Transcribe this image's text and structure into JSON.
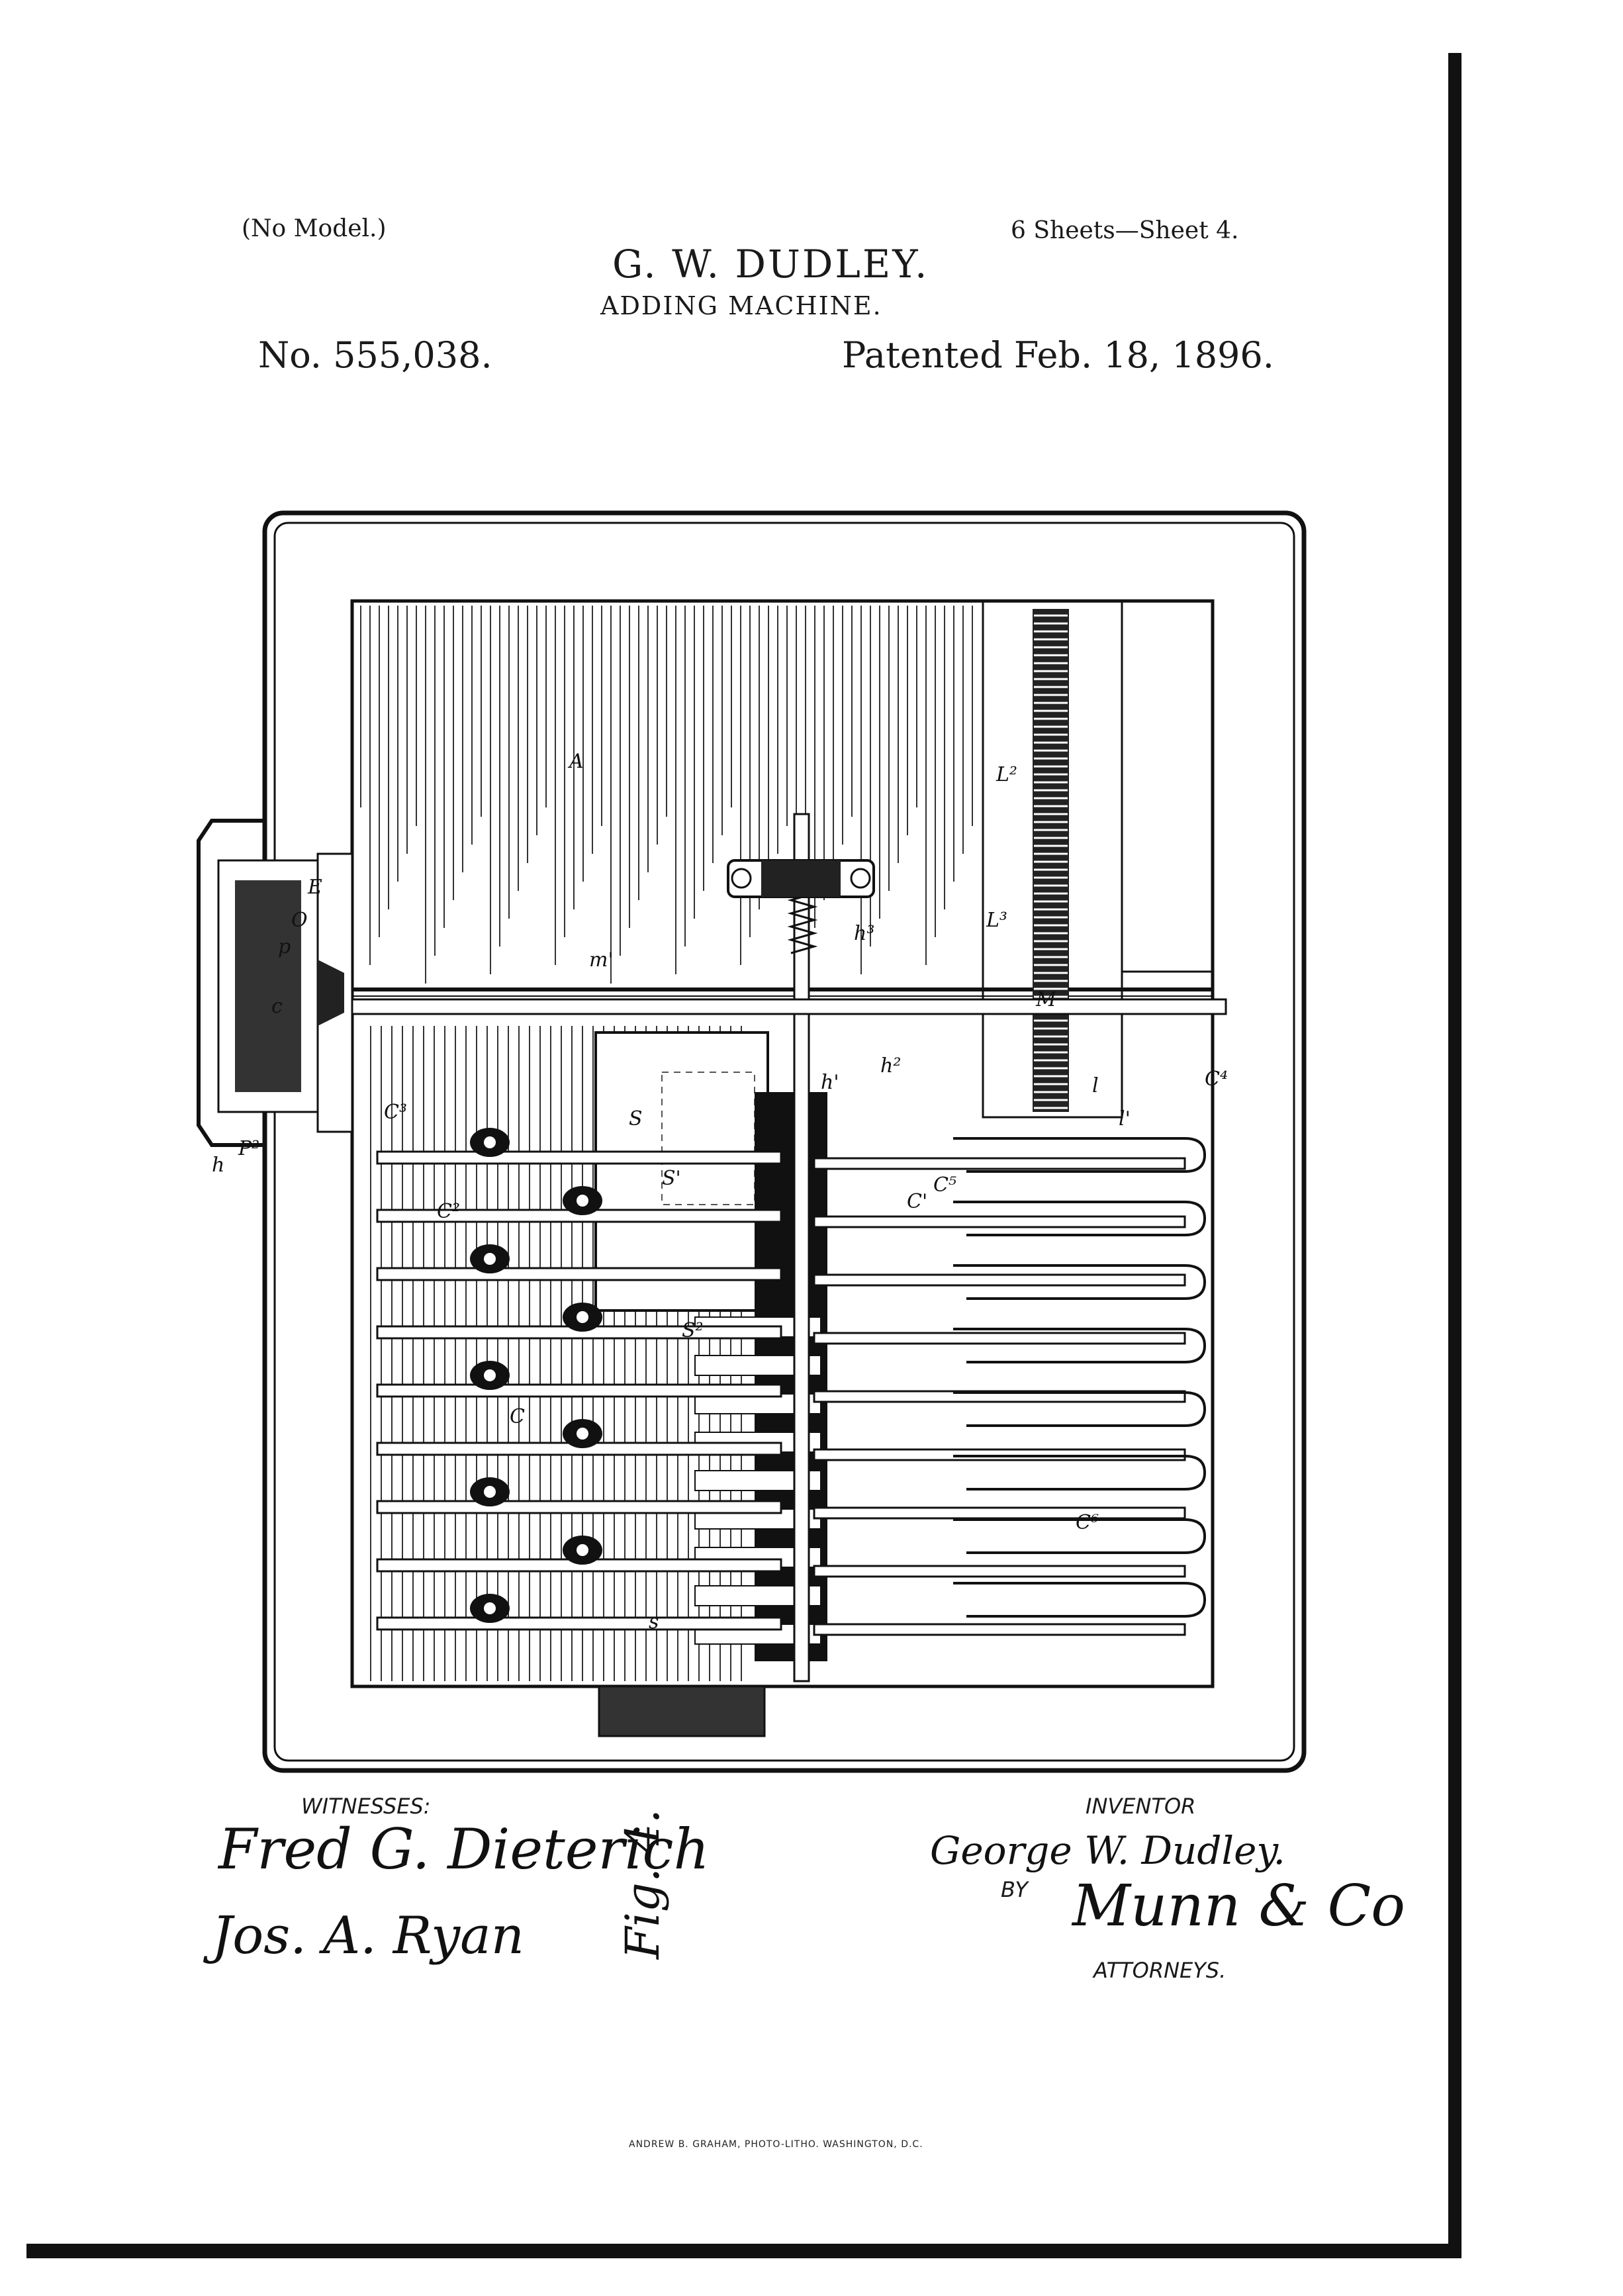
{
  "header": {
    "no_model": "(No Model.)",
    "sheets": "6 Sheets—Sheet 4.",
    "inventor": "G. W. DUDLEY.",
    "title": "ADDING MACHINE.",
    "patent_number": "No. 555,038.",
    "patent_date": "Patented Feb. 18, 1896."
  },
  "figure": {
    "label": "Fig. 4.",
    "parts": [
      "A",
      "L²",
      "L³",
      "M",
      "m'",
      "h³",
      "h²",
      "h'",
      "l",
      "l'",
      "C⁴",
      "C³",
      "C⁵",
      "C⁶",
      "C'",
      "C²",
      "C",
      "S",
      "S'",
      "S²",
      "s",
      "h",
      "P²",
      "c",
      "p",
      "O",
      "E"
    ]
  },
  "signatures": {
    "witnesses_label": "WITNESSES:",
    "witness_1": "Fred G. Dieterich",
    "witness_2": "Jos. A. Ryan",
    "inventor_label": "INVENTOR",
    "inventor_signature": "George W. Dudley.",
    "by_label": "BY",
    "attorney_signature": "Munn & Co",
    "attorneys_label": "ATTORNEYS."
  },
  "footer": {
    "printer": "ANDREW B. GRAHAM, PHOTO-LITHO. WASHINGTON, D.C."
  }
}
